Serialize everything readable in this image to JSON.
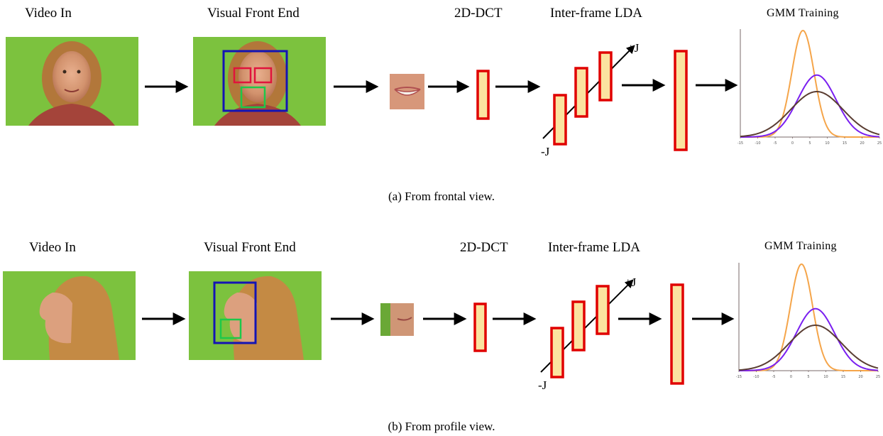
{
  "figure": {
    "panels": [
      {
        "id": "a",
        "caption": "(a) From frontal view.",
        "stage_labels": {
          "video_in": "Video In",
          "front_end": "Visual Front End",
          "dct": "2D-DCT",
          "lda": "Inter-frame LDA",
          "gmm": "GMM Training"
        },
        "lda_axis": {
          "plus": "+J",
          "minus": "-J"
        },
        "view": "frontal"
      },
      {
        "id": "b",
        "caption": "(b) From profile view.",
        "stage_labels": {
          "video_in": "Video In",
          "front_end": "Visual Front End",
          "dct": "2D-DCT",
          "lda": "Inter-frame LDA",
          "gmm": "GMM Training"
        },
        "lda_axis": {
          "plus": "+J",
          "minus": "-J"
        },
        "view": "profile"
      }
    ],
    "gmm_plot": {
      "x_ticks": [
        "-15",
        "-10",
        "-5",
        "0",
        "5",
        "10",
        "15",
        "20",
        "25"
      ],
      "curves": [
        {
          "color": "#f5a54a",
          "mean": 3,
          "sd": 3.2
        },
        {
          "color": "#7a1ff0",
          "mean": 7,
          "sd": 5.5
        },
        {
          "color": "#5a3d32",
          "mean": 7,
          "sd": 7.5
        }
      ]
    },
    "colors": {
      "eye_box": "#e0143c",
      "mouth_box": "#1ec84a",
      "face_box": "#1414b4",
      "vector_border": "#e00000",
      "vector_fill": "#fbe3a0",
      "background_green": "#7cc23e"
    }
  }
}
